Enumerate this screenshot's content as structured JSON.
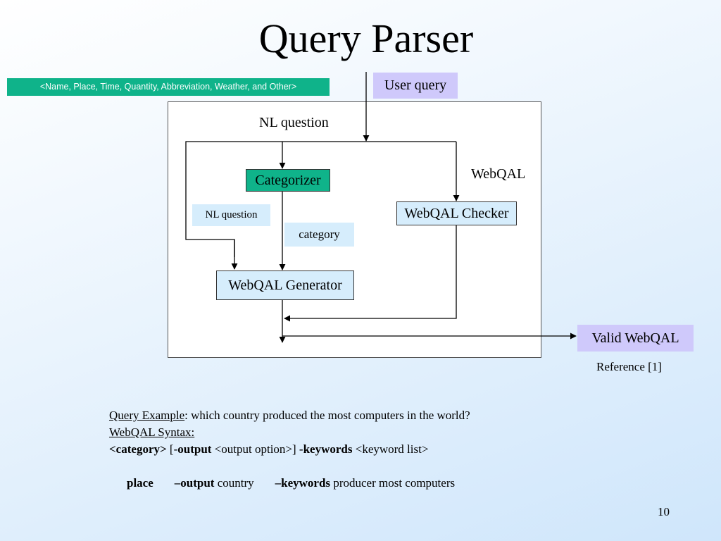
{
  "slide": {
    "title": "Query Parser",
    "page_number": "10"
  },
  "diagram": {
    "category_banner": "<Name, Place, Time, Quantity, Abbreviation, Weather, and Other>",
    "user_query": "User query",
    "nl_question_top": "NL question",
    "webqal_label": "WebQAL",
    "categorizer": "Categorizer",
    "webqal_checker": "WebQAL Checker",
    "nl_question_box": "NL question",
    "category_box": "category",
    "webqal_generator": "WebQAL Generator",
    "valid_webqal": "Valid WebQAL",
    "reference": "Reference [1]"
  },
  "example": {
    "query_label": "Query Example",
    "query_text": ": which country produced the most computers in the world?",
    "syntax_label": "WebQAL Syntax:",
    "syntax": {
      "category": "<category>",
      "open_bracket": " [-",
      "output_kw": "output",
      "output_option": " <output option>] -",
      "keywords_kw": "keywords",
      "keyword_list": " <keyword list>"
    },
    "instance": {
      "category": "place",
      "output_kw": "–output",
      "output_value": " country",
      "keywords_kw": "–keywords",
      "keywords_value": " producer most computers"
    }
  },
  "colors": {
    "categorizer_fill": "#0fb38a",
    "banner_fill": "#0fb38a",
    "lavender_fill": "#cfc9fb",
    "lightblue_fill": "#d6edfc"
  }
}
